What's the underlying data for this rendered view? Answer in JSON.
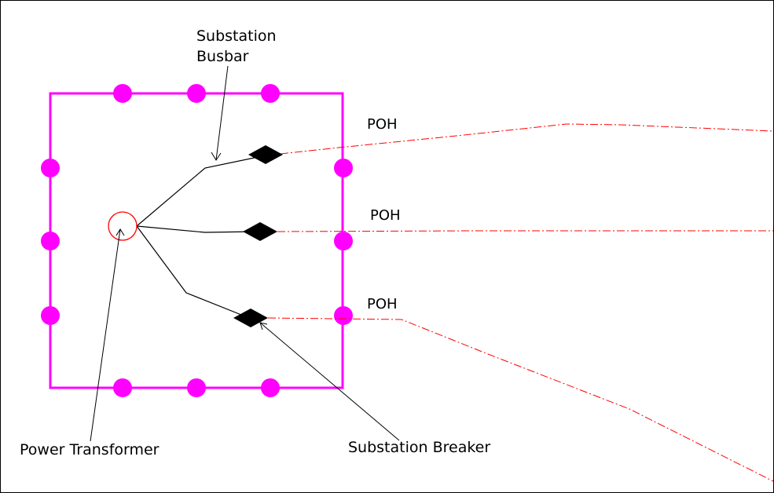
{
  "labels": {
    "busbar_line1": "Substation",
    "busbar_line2": "Busbar",
    "poh_1": "POH",
    "poh_2": "POH",
    "poh_3": "POH",
    "transformer": "Power Transformer",
    "breaker": "Substation Breaker"
  },
  "colors": {
    "boundary": "#ff00ff",
    "feeder": "#ff0000",
    "wire": "#000000",
    "transformer": "#ff0000",
    "breaker": "#000000"
  }
}
